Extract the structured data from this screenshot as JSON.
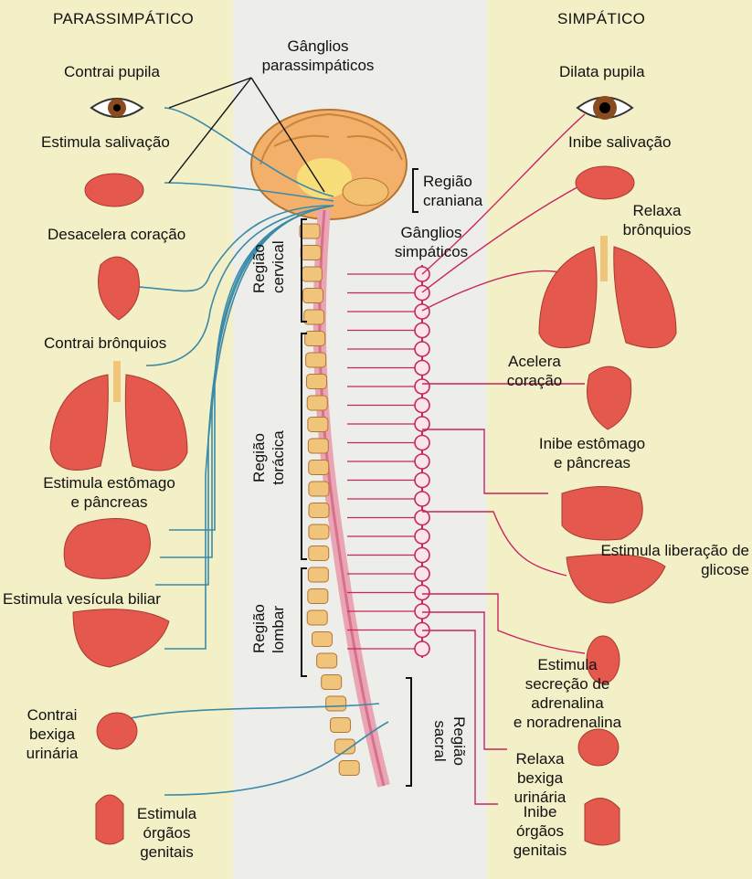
{
  "headers": {
    "parasympathetic": "PARASSIMPÁTICO",
    "sympathetic": "SIMPÁTICO"
  },
  "ganglia": {
    "parasympathetic": "Gânglios\nparassimpáticos",
    "sympathetic": "Gânglios\nsimpáticos"
  },
  "regions": {
    "cranial": "Região\ncraniana",
    "cervical": "Região\ncervical",
    "thoracic": "Região\ntorácica",
    "lumbar": "Região\nlombar",
    "sacral": "Região\nsacral"
  },
  "parasympathetic_effects": {
    "pupil": "Contrai pupila",
    "salivation": "Estimula salivação",
    "heart": "Desacelera coração",
    "bronchi": "Contrai brônquios",
    "stomach": "Estimula estômago\ne pâncreas",
    "gallbladder": "Estimula vesícula biliar",
    "bladder": "Contrai\nbexiga\nurinária",
    "genitals": "Estimula\nórgãos\ngenitais"
  },
  "sympathetic_effects": {
    "pupil": "Dilata pupila",
    "salivation": "Inibe salivação",
    "bronchi": "Relaxa\nbrônquios",
    "heart": "Acelera\ncoração",
    "stomach": "Inibe estômago\ne pâncreas",
    "glucose": "Estimula liberação de\nglicose",
    "adrenal": "Estimula\nsecreção de\nadrenalina\ne noradrenalina",
    "bladder": "Relaxa\nbexiga\nurinária",
    "genitals": "Inibe\nórgãos\ngenitais"
  },
  "colors": {
    "parasympathetic_nerve": "#3a8aa8",
    "sympathetic_nerve": "#c8245e",
    "organ": "#e4584d",
    "vertebra": "#f0c47a",
    "background": "#f2efc7",
    "center_panel": "#ededea"
  }
}
